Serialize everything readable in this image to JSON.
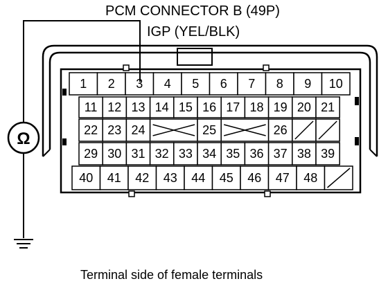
{
  "diagram": {
    "title": "PCM CONNECTOR B (49P)",
    "wire_label": "IGP (YEL/BLK)",
    "caption": "Terminal side of female terminals",
    "meter_symbol": "Ω",
    "meter_icon": "ohmmeter-icon",
    "ground_icon": "ground-icon",
    "probe_terminal": "3",
    "rows": [
      [
        "1",
        "2",
        "3",
        "4",
        "5",
        "6",
        "7",
        "8",
        "9",
        "10"
      ],
      [
        "11",
        "12",
        "13",
        "14",
        "15",
        "16",
        "17",
        "18",
        "19",
        "20",
        "21"
      ],
      [
        "22",
        "23",
        "24",
        "X",
        "25",
        "X",
        "26",
        "/",
        "/"
      ],
      [
        "29",
        "30",
        "31",
        "32",
        "33",
        "34",
        "35",
        "36",
        "37",
        "38",
        "39"
      ],
      [
        "40",
        "41",
        "42",
        "43",
        "44",
        "45",
        "46",
        "47",
        "48",
        "/"
      ]
    ]
  }
}
